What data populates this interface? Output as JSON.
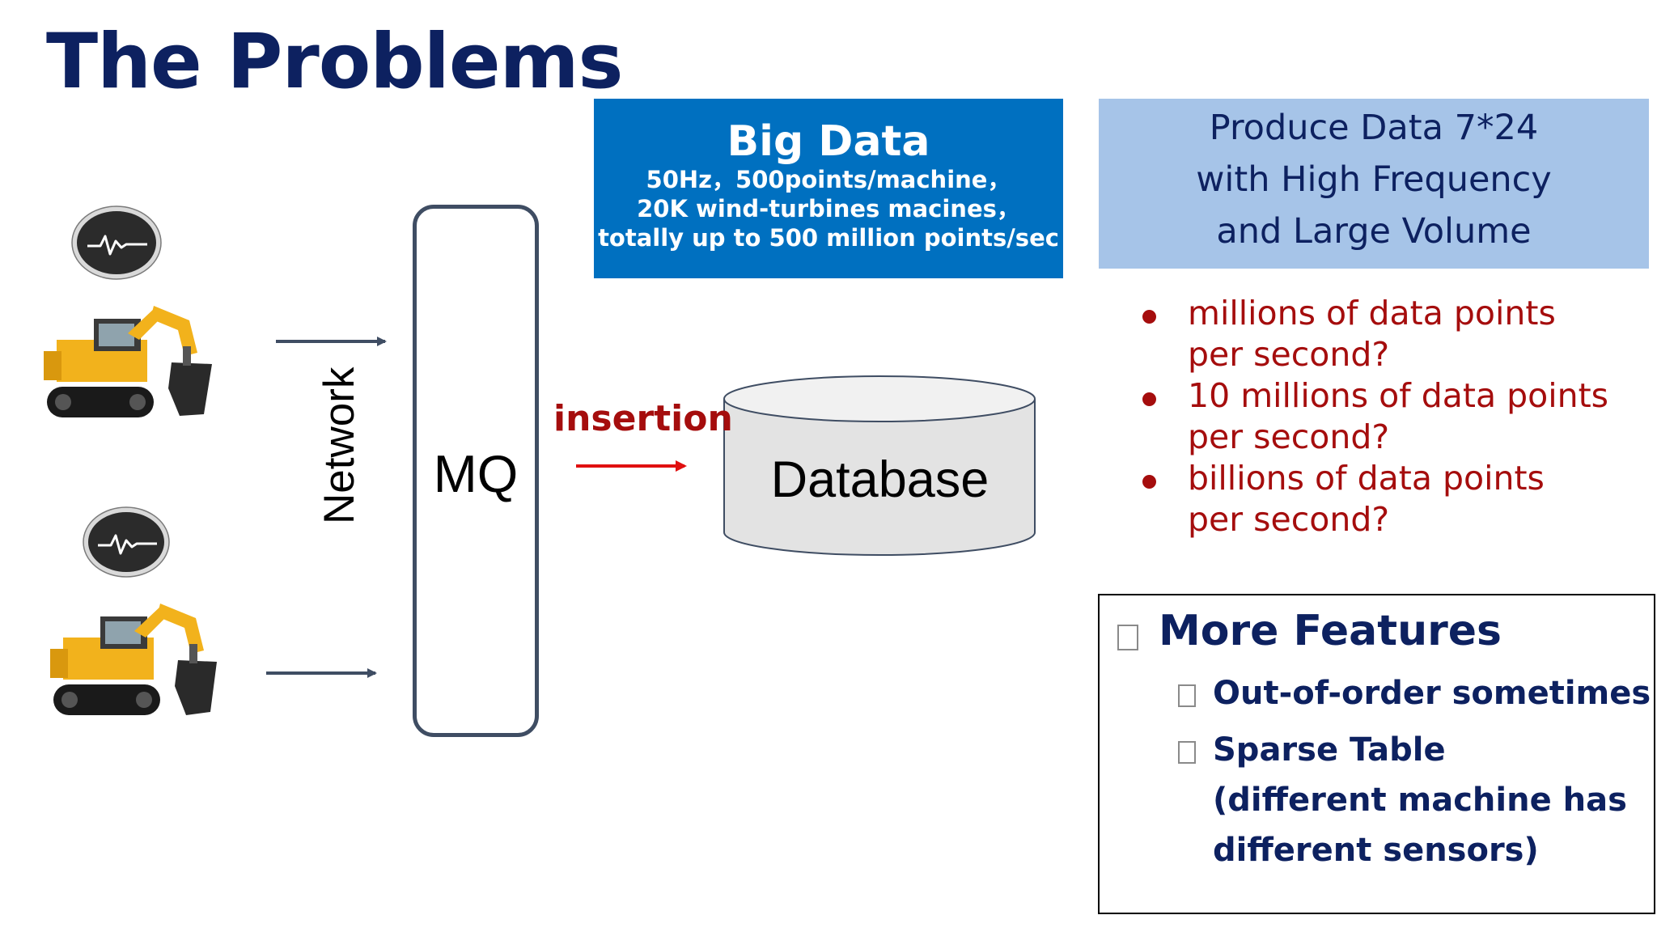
{
  "title": "The Problems",
  "big_data": {
    "title": "Big Data",
    "lines": [
      "50Hz，500points/machine，",
      "20K wind-turbines macines，",
      "totally up to 500 million points/sec"
    ]
  },
  "produce_box": {
    "lines": [
      "Produce Data 7*24",
      "with High Frequency",
      "and Large Volume"
    ]
  },
  "questions": [
    {
      "line1": "millions of data points",
      "line2": "per second?"
    },
    {
      "line1": "10 millions of data points",
      "line2": "per second?"
    },
    {
      "line1": "billions of data points",
      "line2": "per second?"
    }
  ],
  "features": {
    "title": "More Features",
    "items": [
      {
        "lines": [
          "Out-of-order sometimes"
        ]
      },
      {
        "lines": [
          "Sparse Table",
          "(different machine has",
          "different sensors)"
        ]
      }
    ]
  },
  "diagram": {
    "network_label": "Network",
    "mq_label": "MQ",
    "insertion_label": "insertion",
    "database_label": "Database"
  },
  "colors": {
    "title": "#0d2160",
    "big_data_bg": "#0070c0",
    "produce_bg": "#a6c4e8",
    "question_text": "#a50d0d",
    "insertion_arrow": "#e01010",
    "connector": "#3f4d63",
    "database_fill": "#e3e3e3"
  },
  "icons": {
    "sensor": "heartbeat-gauge-icon",
    "machine": "excavator-icon",
    "feature_bullet": "empty-checkbox-icon"
  }
}
